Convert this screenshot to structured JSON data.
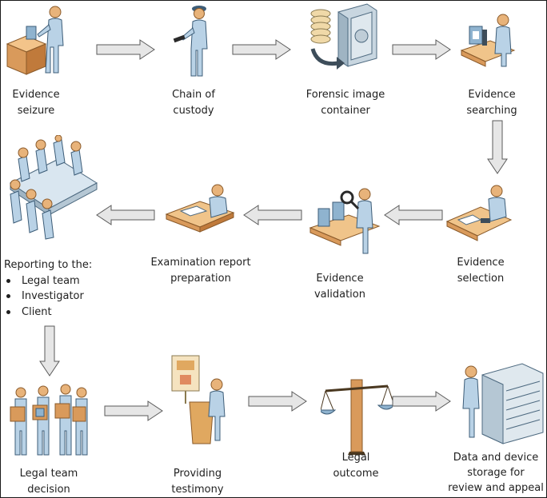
{
  "steps": {
    "evidence_seizure": "Evidence\nseizure",
    "chain_of_custody": "Chain of\ncustody",
    "forensic_image_container": "Forensic image\ncontainer",
    "evidence_searching": "Evidence\nsearching",
    "evidence_selection": "Evidence\nselection",
    "evidence_validation": "Evidence\nvalidation",
    "examination_report_preparation": "Examination report\npreparation",
    "reporting_title": "Reporting to the:",
    "reporting_items": [
      "Legal team",
      "Investigator",
      "Client"
    ],
    "legal_team_decision": "Legal team\ndecision",
    "providing_testimony": "Providing\ntestimony",
    "legal_outcome": "Legal\noutcome",
    "data_device_storage": "Data and device\nstorage for\nreview and appeal"
  },
  "icons": {
    "evidence_seizure": "person-with-box-icon",
    "chain_of_custody": "officer-with-flashlight-icon",
    "forensic_image_container": "disk-stack-vault-icon",
    "evidence_searching": "person-at-microscope-icon",
    "evidence_selection": "person-at-desk-icon",
    "evidence_validation": "inspector-with-magnifier-icon",
    "examination_report_preparation": "person-writing-report-icon",
    "reporting": "meeting-table-icon",
    "legal_team_decision": "team-with-boxes-icon",
    "providing_testimony": "witness-at-podium-icon",
    "legal_outcome": "balance-scale-icon",
    "data_device_storage": "person-at-server-rack-icon"
  },
  "colors": {
    "person_skin": "#e8b37a",
    "person_body": "#b9d2e6",
    "arrow_fill": "#e6e6e6",
    "arrow_stroke": "#5a5a5a",
    "box": "#d99a5b",
    "desk": "#f0c48a"
  }
}
